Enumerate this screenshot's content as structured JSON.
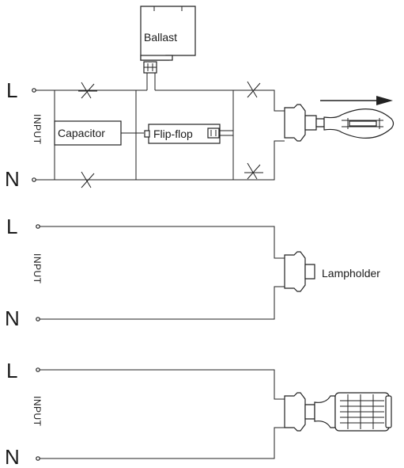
{
  "diagram": {
    "panel1": {
      "live_label": "L",
      "neutral_label": "N",
      "input_label": "INPUT",
      "ballast_label": "Ballast",
      "capacitor_label": "Capacitor",
      "flipflop_label": "Flip-flop"
    },
    "panel2": {
      "live_label": "L",
      "neutral_label": "N",
      "input_label": "INPUT",
      "lampholder_label": "Lampholder"
    },
    "panel3": {
      "live_label": "L",
      "neutral_label": "N",
      "input_label": "INPUT"
    }
  }
}
